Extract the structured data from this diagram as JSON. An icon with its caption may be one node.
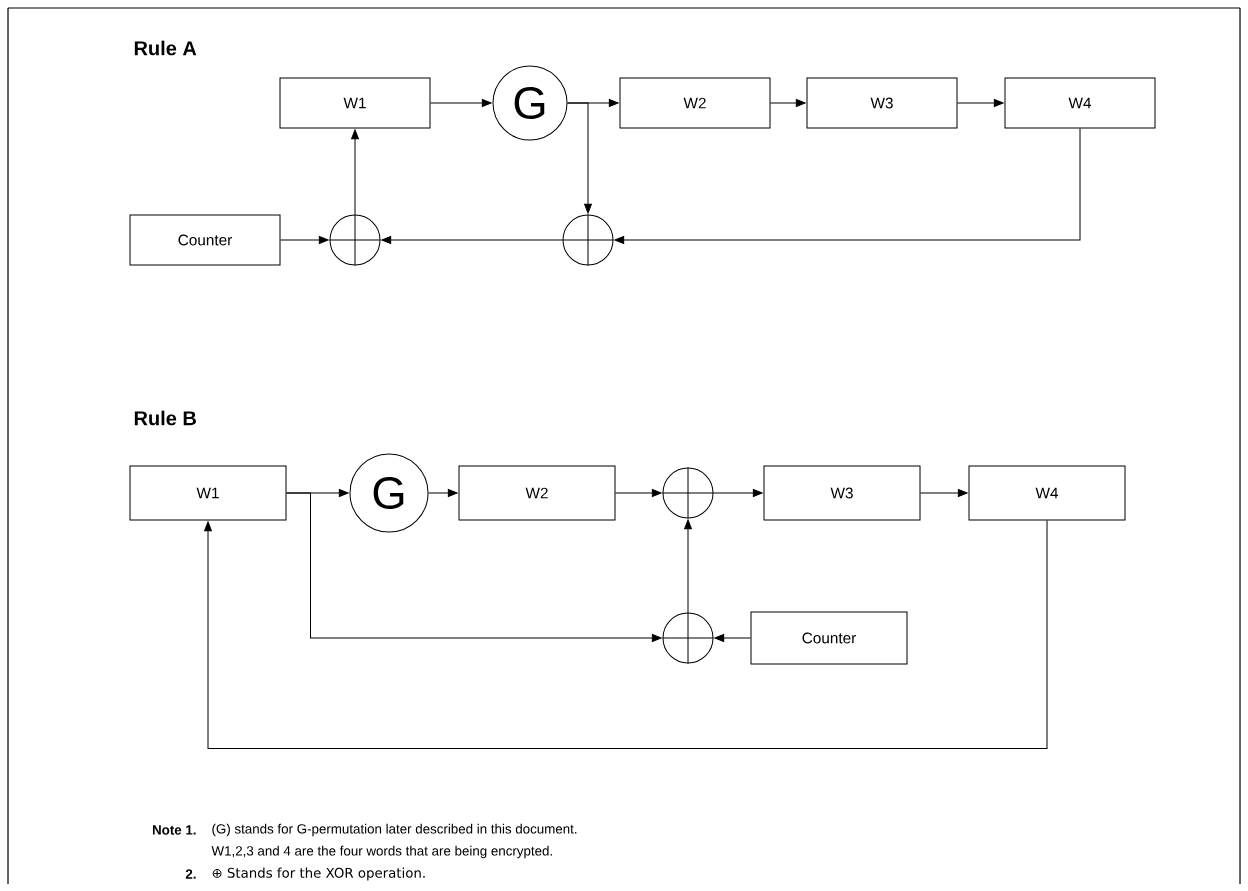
{
  "diagram": {
    "nodes": [
      {
        "text": [
          "W1"
        ]
      },
      {
        "text": [
          "G"
        ]
      },
      {
        "text": [
          "W2"
        ]
      },
      {
        "text": [
          "W3"
        ]
      },
      {
        "text": [
          "W4"
        ]
      },
      {
        "text": [
          "Counter"
        ]
      },
      {
        "text": [],
        "shape": "circle"
      },
      {
        "text": [],
        "shape": "circle"
      },
      {
        "text": [
          "W1"
        ]
      },
      {
        "text": [
          "G"
        ]
      },
      {
        "text": [
          "W2"
        ]
      },
      {
        "text": [],
        "shape": "circle"
      },
      {
        "text": [
          "W3"
        ]
      },
      {
        "text": [
          "W4"
        ]
      },
      {
        "text": [],
        "shape": "circle"
      },
      {
        "text": [
          "Counter"
        ]
      }
    ],
    "edges": [
      {
        "from": 0,
        "to": 1,
        "arrow": "to"
      },
      {
        "from": 1,
        "to": 2,
        "arrow": "to"
      },
      {
        "from": 1,
        "to": 7,
        "arrow": "to"
      },
      {
        "from": 2,
        "to": 3,
        "arrow": "to"
      },
      {
        "from": 3,
        "to": 4,
        "arrow": "to"
      },
      {
        "from": 4,
        "to": 7,
        "arrow": "to"
      },
      {
        "from": 7,
        "to": 6,
        "arrow": "to"
      },
      {
        "from": 5,
        "to": 6,
        "arrow": "to"
      },
      {
        "from": 6,
        "to": 0,
        "arrow": "to"
      },
      {
        "from": 8,
        "to": 9,
        "arrow": "to"
      },
      {
        "from": 8,
        "to": 14,
        "arrow": "to"
      },
      {
        "from": 9,
        "to": 10,
        "arrow": "to"
      },
      {
        "from": 10,
        "to": 11,
        "arrow": "to"
      },
      {
        "from": 11,
        "to": 12,
        "arrow": "to"
      },
      {
        "from": 12,
        "to": 13,
        "arrow": "to"
      },
      {
        "from": 14,
        "to": 11,
        "arrow": "to"
      },
      {
        "from": 15,
        "to": 14,
        "arrow": "to"
      },
      {
        "from": 13,
        "to": 8,
        "arrow": "to"
      }
    ],
    "labels": [
      "Rule A",
      "Rule B",
      "Note 1.",
      "(G) stands for G-permutation later described in this document.",
      "W1,2,3 and 4 are the four words that are being encrypted.",
      "2.",
      "⊕ Stands for the XOR operation."
    ]
  }
}
